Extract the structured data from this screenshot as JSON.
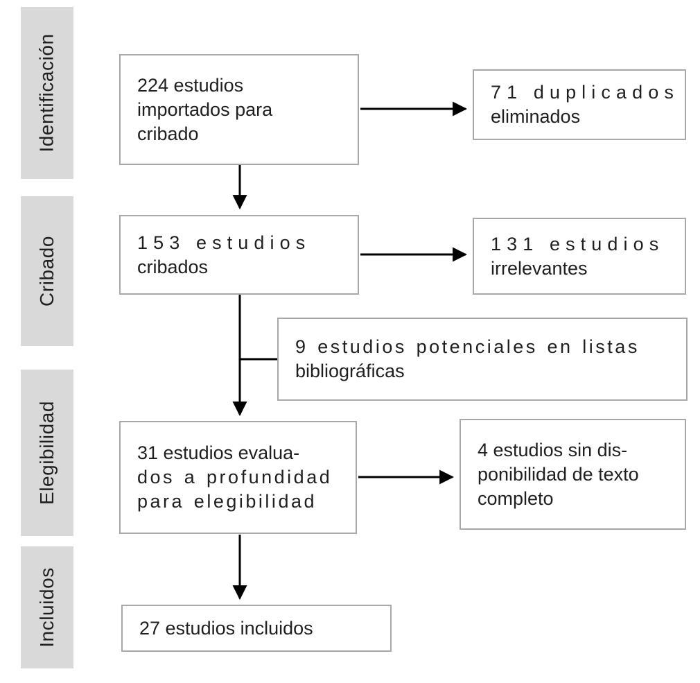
{
  "stages": [
    {
      "label": "Identificación"
    },
    {
      "label": "Cribado"
    },
    {
      "label": "Elegibilidad"
    },
    {
      "label": "Incluidos"
    }
  ],
  "boxes": {
    "imported": {
      "lines": [
        "224 estudios",
        "importados para",
        "cribado"
      ]
    },
    "duplicates": {
      "lines": [
        "71 duplicados",
        "eliminados"
      ]
    },
    "screened": {
      "lines": [
        "153 estudios",
        "cribados"
      ]
    },
    "irrelevant": {
      "lines": [
        "131 estudios",
        "irrelevantes"
      ]
    },
    "potential": {
      "lines": [
        "9 estudios potenciales en listas",
        "bibliográficas"
      ]
    },
    "assessed": {
      "lines": [
        "31 estudios evalua-",
        "dos a profundidad",
        "para elegibilidad"
      ]
    },
    "no_fulltext": {
      "lines": [
        "4 estudios sin dis-",
        "ponibilidad de texto",
        "completo"
      ]
    },
    "included": {
      "lines": [
        "27 estudios incluidos"
      ]
    }
  },
  "colors": {
    "stage_background": "#d9d9d9",
    "box_border": "#a8a8a8",
    "text": "#1f1f1f",
    "arrow": "#000000"
  }
}
